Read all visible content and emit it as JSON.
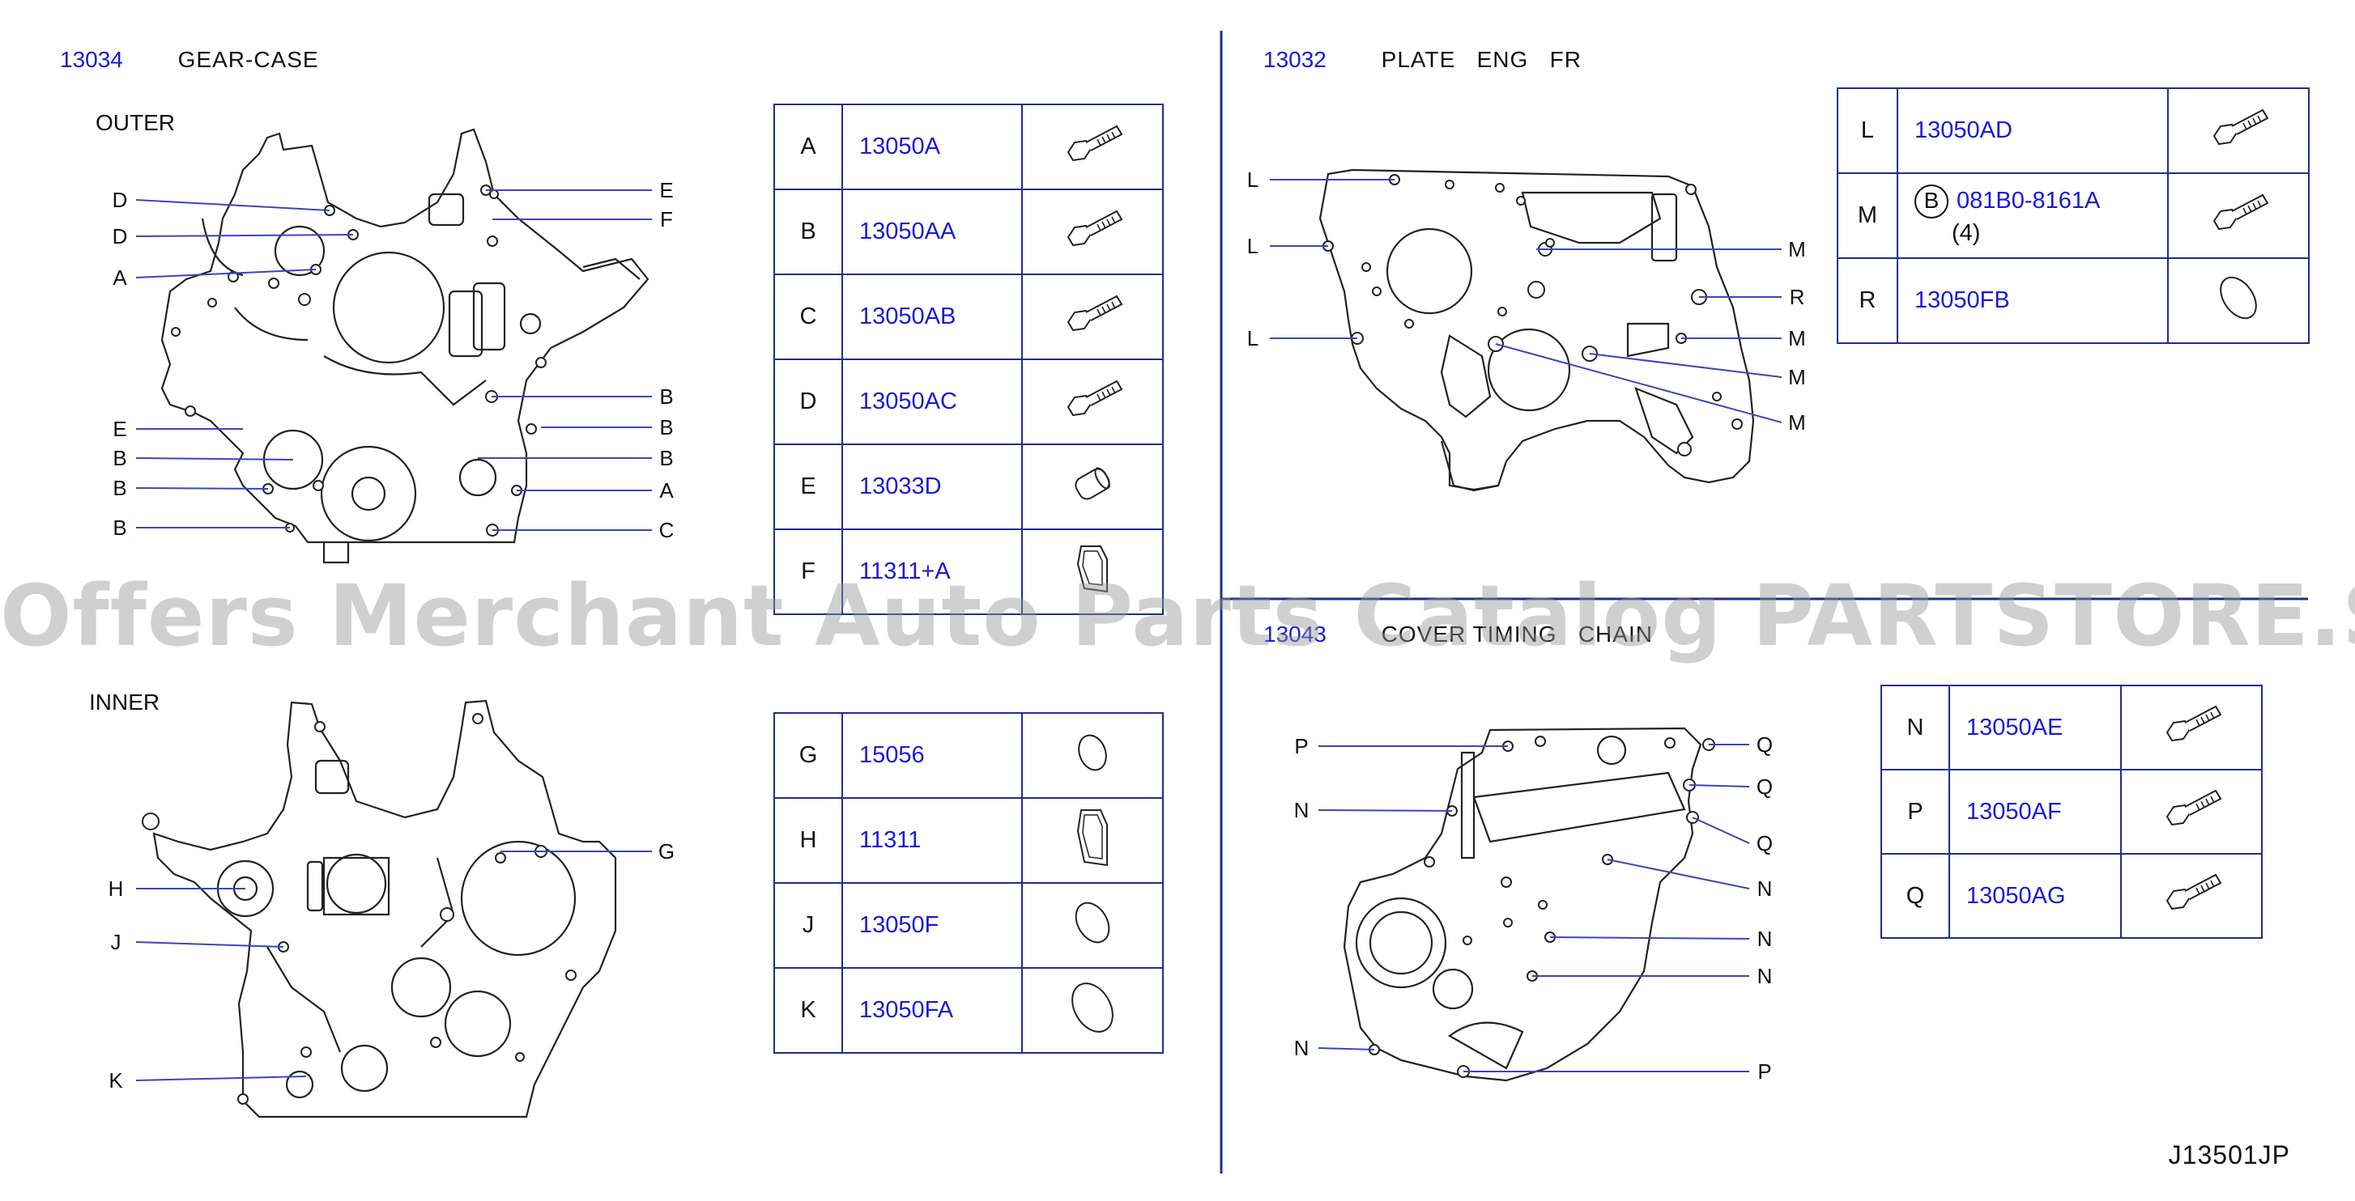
{
  "sections": {
    "gear_case": {
      "number": "13034",
      "title": "GEAR-CASE",
      "outer_label": "OUTER",
      "inner_label": "INNER",
      "outer_callouts_left": [
        "D",
        "D",
        "A",
        "E",
        "B",
        "B",
        "B"
      ],
      "outer_callouts_right": [
        "E",
        "F",
        "B",
        "B",
        "B",
        "A",
        "C"
      ],
      "inner_callouts_left": [
        "H",
        "J",
        "K"
      ],
      "inner_callouts_right": [
        "G"
      ],
      "table_1": [
        {
          "ref": "A",
          "part": "13050A",
          "icon": "bolt-icon"
        },
        {
          "ref": "B",
          "part": "13050AA",
          "icon": "bolt-icon"
        },
        {
          "ref": "C",
          "part": "13050AB",
          "icon": "bolt-icon"
        },
        {
          "ref": "D",
          "part": "13050AC",
          "icon": "bolt-icon"
        },
        {
          "ref": "E",
          "part": "13033D",
          "icon": "dowel-pin-icon"
        },
        {
          "ref": "F",
          "part": "11311+A",
          "icon": "seal-icon"
        }
      ],
      "table_2": [
        {
          "ref": "G",
          "part": "15056",
          "icon": "oring-icon"
        },
        {
          "ref": "H",
          "part": "11311",
          "icon": "seal-icon"
        },
        {
          "ref": "J",
          "part": "13050F",
          "icon": "oring-icon"
        },
        {
          "ref": "K",
          "part": "13050FA",
          "icon": "oring-icon"
        }
      ]
    },
    "plate_eng": {
      "number": "13032",
      "title": "PLATE   ENG   FR",
      "callouts_left": [
        "L",
        "L",
        "L"
      ],
      "callouts_right": [
        "M",
        "R",
        "M",
        "M",
        "M"
      ],
      "table": [
        {
          "ref": "L",
          "part": "13050AD",
          "icon": "bolt-icon"
        },
        {
          "ref": "M",
          "part": "081B0-8161A",
          "prefix": "B",
          "qty": "(4)",
          "icon": "bolt-icon"
        },
        {
          "ref": "R",
          "part": "13050FB",
          "icon": "oring-icon"
        }
      ]
    },
    "cover_timing": {
      "number": "13043",
      "title": "COVER TIMING   CHAIN",
      "callouts_left": [
        "P",
        "N",
        "N"
      ],
      "callouts_right": [
        "Q",
        "Q",
        "Q",
        "N",
        "N",
        "N",
        "P"
      ],
      "table": [
        {
          "ref": "N",
          "part": "13050AE",
          "icon": "bolt-icon"
        },
        {
          "ref": "P",
          "part": "13050AF",
          "icon": "bolt-icon"
        },
        {
          "ref": "Q",
          "part": "13050AG",
          "icon": "bolt-icon"
        }
      ]
    }
  },
  "diagram_code": "J13501JP",
  "watermark": "Offers Merchant Auto Parts Catalog PARTSTORE.SA",
  "colors": {
    "part_number": "#1a1ad6",
    "table_border": "#1c2f8c",
    "leader_line": "#3b46b8",
    "watermark": "#969696"
  }
}
